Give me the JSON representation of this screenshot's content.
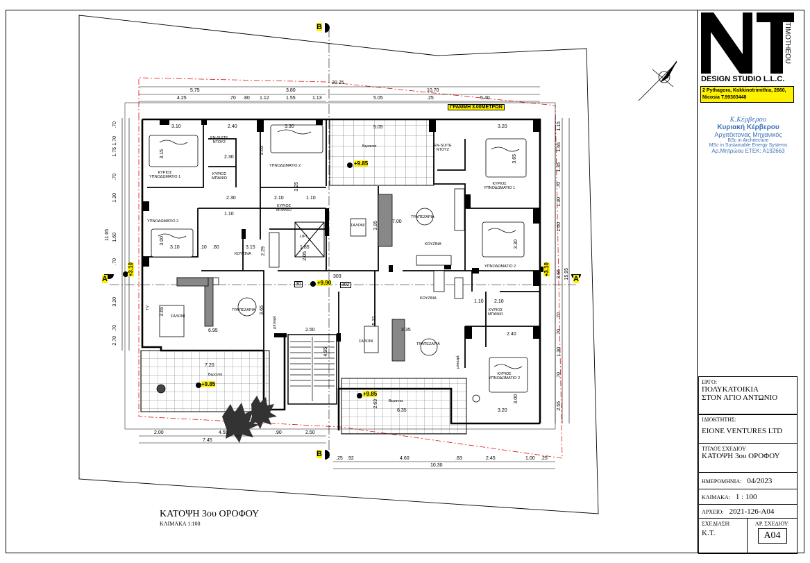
{
  "drawing": {
    "title": "ΚΑΤΟΨΗ 3ου ΟΡΟΦΟΥ",
    "scale_note": "ΚΛΙΜΑΚΑ 1:100",
    "section_marks": [
      "A",
      "A",
      "B",
      "B"
    ],
    "levels": [
      "+3.10",
      "+9.85",
      "+9.90",
      "+9.85",
      "+9.85",
      "+3.10"
    ],
    "setback_note": "ΓΡΑΜΜΗ 3.00ΜΕΤΡΩΝ",
    "rooms": {
      "master_bedroom_left": "ΚΥΡΙΟΣ\nΥΠΝΟΔΩΜΑΤΙΟ 1",
      "ensuite_left": "EN-SUITE\nΝΤΟΥΖ",
      "bath_left": "ΚΥΡΙΟΣ\nΜΠΑΝΙΟ",
      "bedroom2_top": "ΥΠΝΟΔΩΜΑΤΙΟ 2",
      "bedroom2_left": "ΥΠΝΟΔΩΜΑΤΙΟ 2",
      "bath_center": "ΚΥΡΙΟΣ\nΜΠΑΝΙΟ",
      "lift": "LIFT",
      "kitchen_left": "ΚΟΥΖΙΝΑ",
      "living_left": "ΣΑΛΟΝΙ",
      "dining_left": "ΤΡΑΠΕΖΑΡΙΑ",
      "veranda_left": "Βεραντα",
      "veranda_top": "Βεραντα",
      "living_center": "ΣΑΛΟΝΙ",
      "dining_center": "ΤΡΑΠΕΖΑΡΙΑ",
      "kitchen_center": "ΚΟΥΖΙΝΑ",
      "ensuite_right": "EN-SUITE\nΝΤΟΥΖ",
      "master_bedroom_right": "ΚΥΡΙΟΣ\nΥΠΝΟΔΩΜΑΤΙΟ 1",
      "bedroom2_right": "ΥΠΝΟΔΩΜΑΤΙΟ 2",
      "kitchen_right": "ΚΟΥΖΙΝΑ",
      "bath_right": "ΚΥΡΙΟΣ\nΜΠΑΝΙΟ",
      "living_right": "ΣΑΛΟΝΙ",
      "dining_right": "ΤΡΑΠΕΖΑΡΙΑ",
      "bedroom2_lower_right": "ΚΥΡΙΟΣ\nΥΠΝΟΔΩΜΑΤΙΟ 2",
      "veranda_bottom": "Βεραντα",
      "storage_1": "μπουφέ",
      "storage_2": "μπουφέ",
      "tv": "TV"
    },
    "dims_top": [
      "5.75",
      "3.80",
      "20.25",
      "10.70",
      "4.25",
      ".70",
      ".80",
      "1.12",
      "1.55",
      "1.13",
      "5.05",
      ".25",
      "5.40"
    ],
    "dims_bottom": [
      "2.00",
      "4.55",
      ".90",
      "2.50",
      "7.45",
      ".25",
      ".92",
      "4.60",
      ".83",
      "2.45",
      "1.00",
      ".25",
      "10.30"
    ],
    "dims_left": [
      ".70",
      "1.70",
      "1.75",
      ".70",
      "1.30",
      "11.65",
      "1.60",
      ".70",
      "3.20",
      ".70",
      "2.70"
    ],
    "dims_right": [
      "1.15",
      "1.65",
      "1.35",
      ".70",
      "1.30",
      "1.00",
      "3.55",
      "15.95",
      ".70",
      ".70",
      "1.30",
      ".70",
      "2.55"
    ],
    "dims_inner": [
      "3.10",
      "2.40",
      "3.15",
      "2.30",
      "3.30",
      "3.65",
      "2.10",
      "1.10",
      "2.30",
      "1.10",
      "3.00",
      "3.10",
      ".10",
      ".60",
      "3.15",
      "3.25",
      "2.29",
      "1.85",
      "2.05",
      "3.65",
      "6.95",
      "3.65",
      "7.20",
      "2.50",
      "4.95",
      "5.31",
      "3.35",
      "3.95",
      "7.00",
      "5.05",
      "3.20",
      "3.65",
      "3.30",
      "1.10",
      "2.10",
      "2.40",
      "3.00",
      "3.20",
      "6.35",
      "2.63",
      "303",
      "302",
      "30"
    ]
  },
  "title_block": {
    "logo_text": "DESIGN STUDIO L.L.C.",
    "logo_vertical": "TIMOTHEOU",
    "address_line1": "2 Pythagora, Kokkinotrimithia, 2660,",
    "address_line2": "Nicosia   T.99303448",
    "signature": "Κ.Κέρβερου",
    "architect_name": "Κυριακή Κέρβερου",
    "architect_role": "Αρχιτέκτονας Μηχανικός",
    "degree1": "BSc in Architecture",
    "degree2": "MSc in Sustainable Energy Systems",
    "reg_no": "Αρ.Μητρώου ΕΤΕΚ: Α192663",
    "project_label": "ΕΡΓΟ:",
    "project_line1": "ΠΟΛΥΚΑΤΟΙΚΙΑ",
    "project_line2": "ΣΤΟΝ ΑΓΙΟ ΑΝΤΩΝΙΟ",
    "owner_label": "ΙΔΙΟΚΤΗΤΗΣ:",
    "owner": "EIONE VENTURES LTD",
    "drawing_title_label": "ΤΙΤΛΟΣ ΣΧΕΔΙΟΥ",
    "drawing_title": "ΚΑΤΟΨΗ 3ου ΟΡΟΦΟΥ",
    "date_label": "ΗΜΕΡΟΜΗΝΙΑ:",
    "date": "04/2023",
    "scale_label": "ΚΛΙΜΑΚΑ:",
    "scale": "1 : 100",
    "file_label": "ΑΡΧΕΙΟ:",
    "file": "2021-126-A04",
    "drawn_label": "ΣΧΕΔΙΑΣΗ:",
    "drawn": "Κ.Τ.",
    "sheet_label": "ΑΡ. ΣΧΕΔΙΟΥ:",
    "sheet": "A04"
  }
}
